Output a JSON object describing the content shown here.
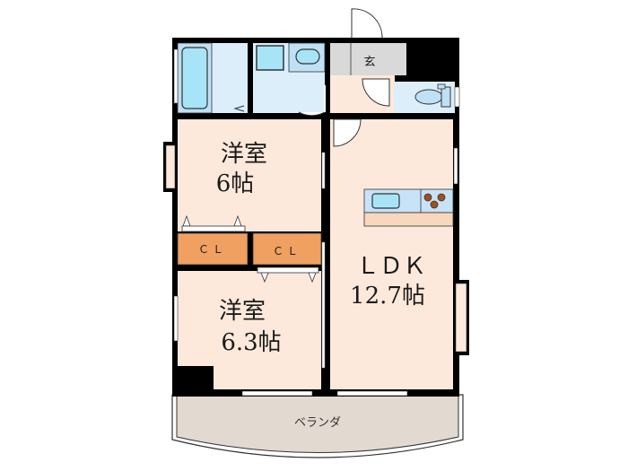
{
  "floor_plan": {
    "colors": {
      "wall": "#000000",
      "room_floor": "#fde9dc",
      "wet_area": "#dceefa",
      "fixture": "#a8e4f7",
      "entrance": "#d9d9d9",
      "closet": "#f0a060",
      "veranda": "#e2d9d0",
      "counter": "#f7d7bd",
      "stove_burner": "#a0501a"
    },
    "rooms": {
      "western_room_1": {
        "name": "洋室",
        "size": "6帖"
      },
      "western_room_2": {
        "name": "洋室",
        "size": "6.3帖"
      },
      "ldk": {
        "name": "ＬＤＫ",
        "size": "12.7帖"
      },
      "closet_1": {
        "name": "ＣＬ"
      },
      "closet_2": {
        "name": "ＣＬ"
      },
      "entrance": {
        "name": "玄"
      },
      "veranda": {
        "name": "ベランダ"
      }
    },
    "fixtures": [
      "bathtub",
      "washing-machine",
      "washbasin",
      "toilet",
      "kitchen-sink",
      "stove"
    ]
  }
}
